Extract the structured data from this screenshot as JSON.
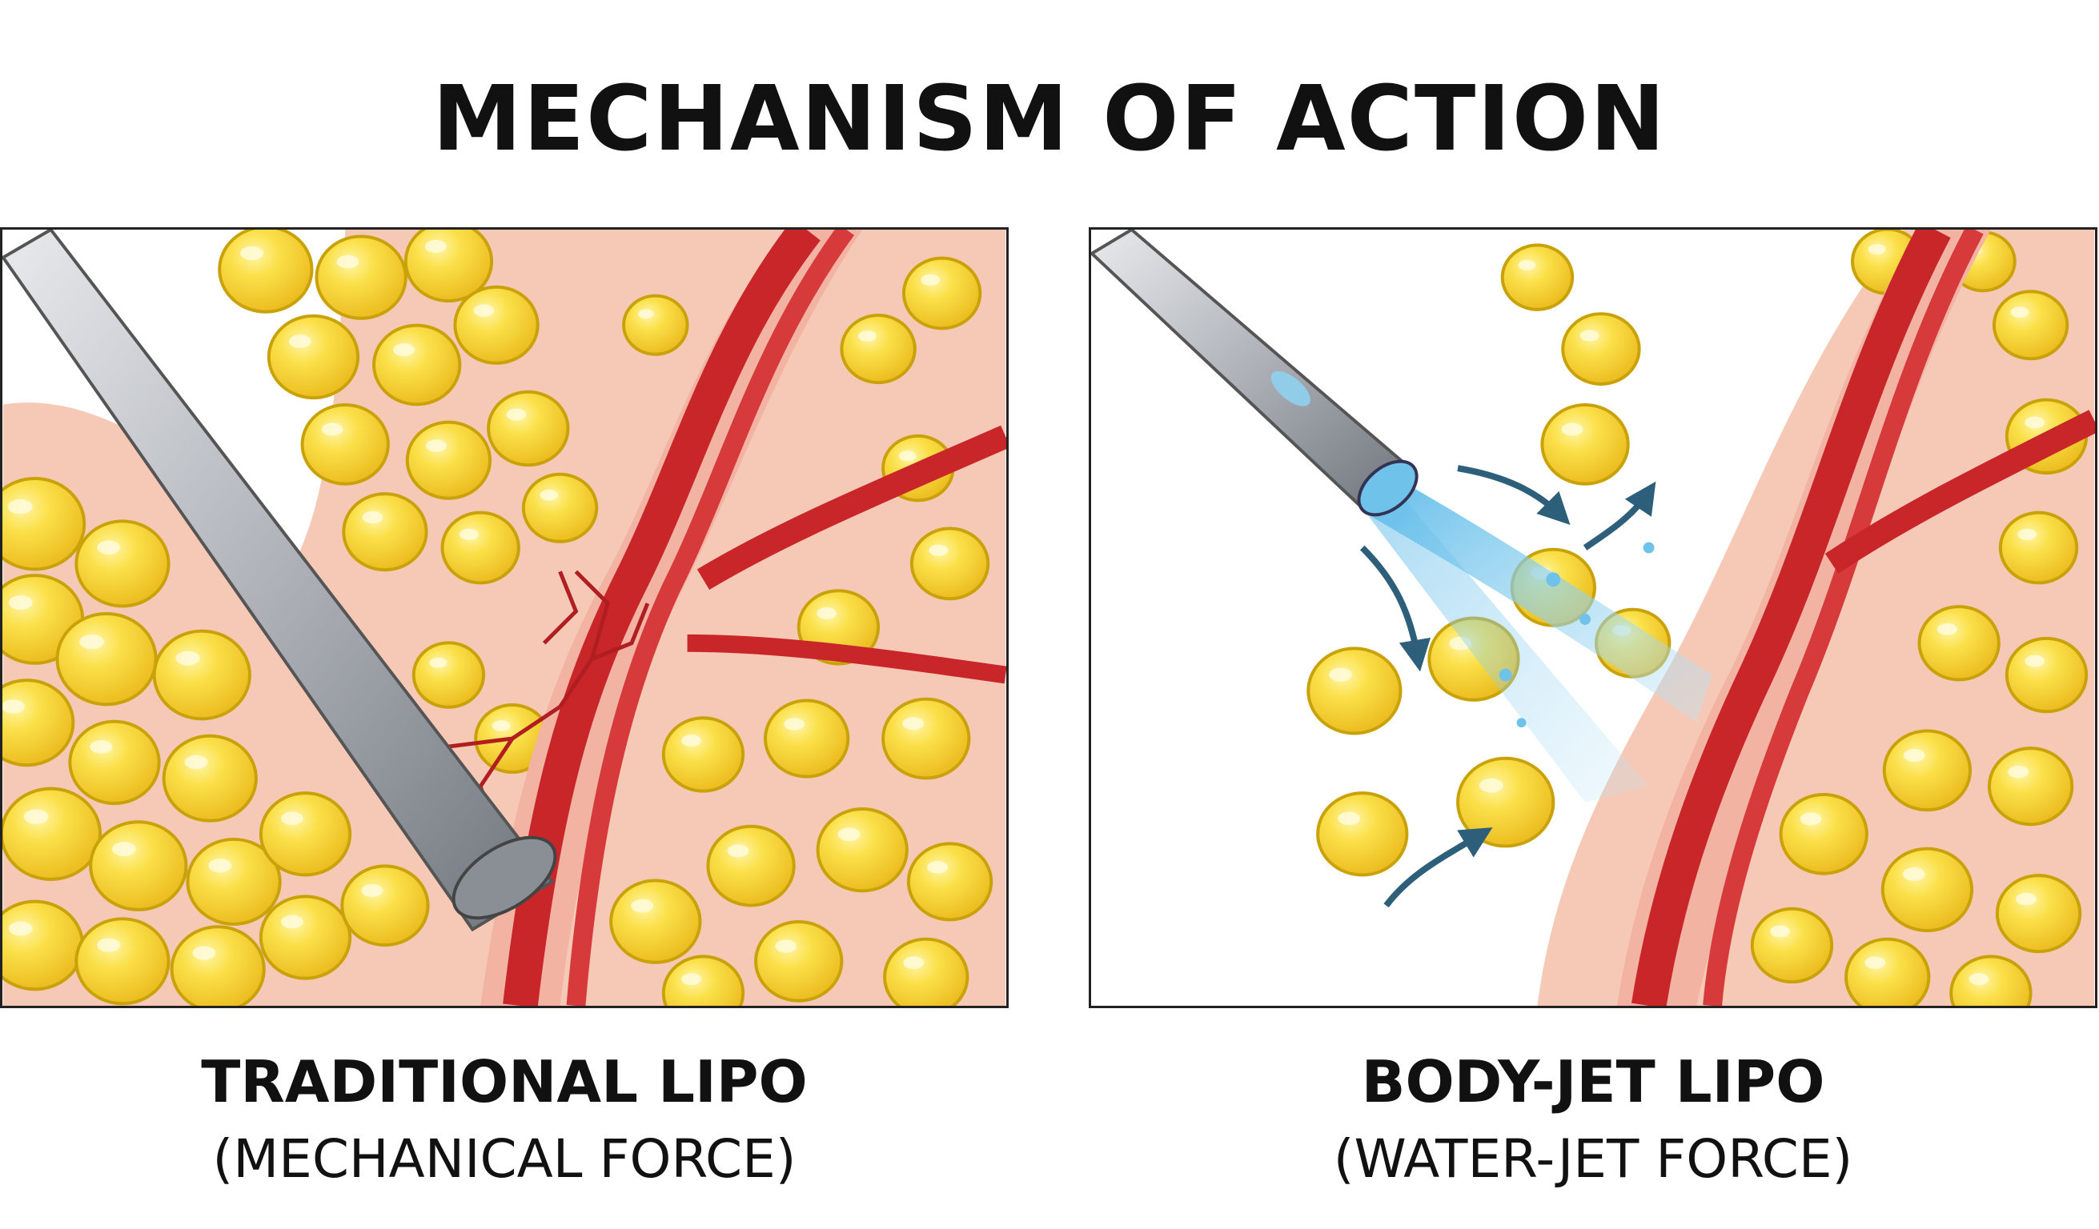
{
  "title": "MECHANISM OF ACTION",
  "panels": [
    {
      "label": "TRADITIONAL LIPO",
      "sublabel": "(MECHANICAL FORCE)"
    },
    {
      "label": "BODY-JET LIPO",
      "sublabel": "(WATER-JET FORCE)"
    }
  ],
  "colors": {
    "fat": "#f6d534",
    "fat_outline": "#c9a20a",
    "tissue": "#f6c9b6",
    "vessel": "#c9262a",
    "cannula": "#b8bcc2",
    "water": "#6fc3ea",
    "arrow": "#2d5f7a"
  },
  "icons": [
    "cannula-icon",
    "water-jet-icon",
    "fat-cell-icon",
    "blood-vessel-icon",
    "flow-arrow-icon"
  ]
}
